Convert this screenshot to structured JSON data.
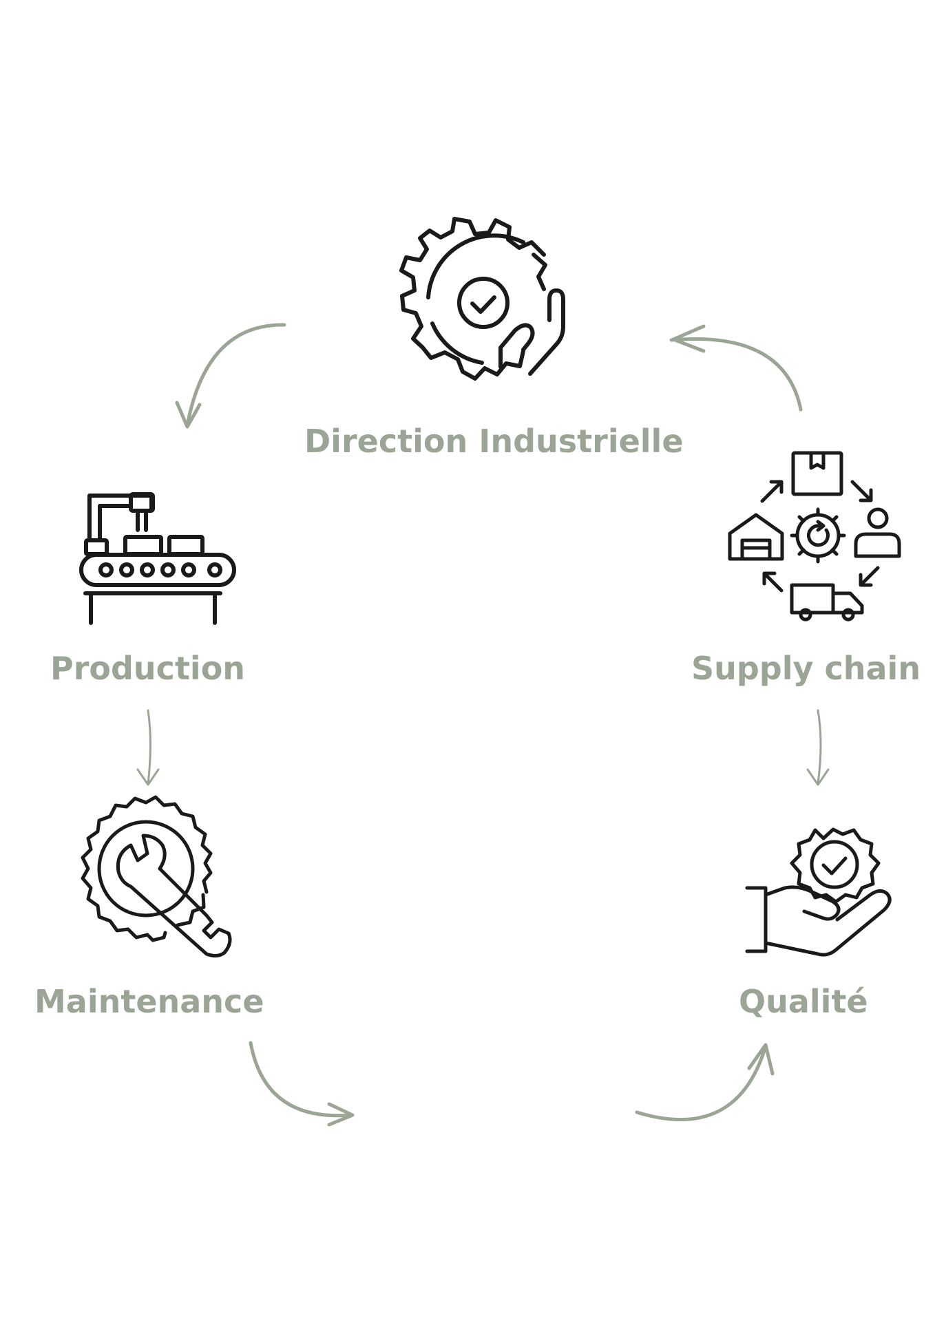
{
  "nodes": {
    "direction": {
      "label": "Direction Industrielle",
      "icon": "gear-hand-check-icon"
    },
    "production": {
      "label": "Production",
      "icon": "conveyor-robot-icon"
    },
    "supply_chain": {
      "label": "Supply chain",
      "icon": "supply-cycle-icon"
    },
    "maintenance": {
      "label": "Maintenance",
      "icon": "gear-wrench-icon"
    },
    "qualite": {
      "label": "Qualité",
      "icon": "hand-quality-badge-icon"
    }
  },
  "colors": {
    "label": "#9ba595",
    "arrow": "#9ba595",
    "icon": "#1a1a1a"
  }
}
